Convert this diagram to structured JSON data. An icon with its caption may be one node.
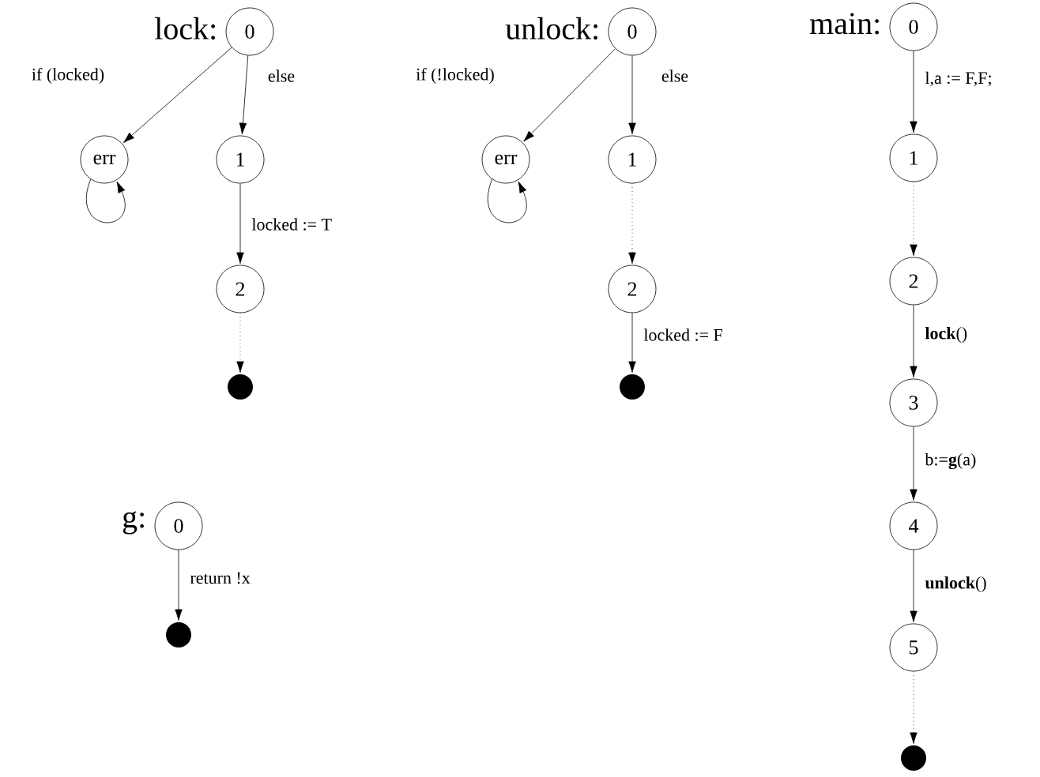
{
  "diagram": {
    "nodes": [
      {
        "text": [
          "0"
        ],
        "beside": [
          "lock:"
        ]
      },
      {
        "text": [
          "err"
        ]
      },
      {
        "text": [
          "1"
        ]
      },
      {
        "text": [
          "2"
        ]
      },
      {
        "text": [],
        "shape": "dot"
      },
      {
        "text": [
          "0"
        ],
        "beside": [
          "unlock:"
        ]
      },
      {
        "text": [
          "err"
        ]
      },
      {
        "text": [
          "1"
        ]
      },
      {
        "text": [
          "2"
        ]
      },
      {
        "text": [],
        "shape": "dot"
      },
      {
        "text": [
          "0"
        ],
        "beside": [
          "main:"
        ]
      },
      {
        "text": [
          "1"
        ]
      },
      {
        "text": [
          "2"
        ]
      },
      {
        "text": [
          "3"
        ]
      },
      {
        "text": [
          "4"
        ]
      },
      {
        "text": [
          "5"
        ]
      },
      {
        "text": [],
        "shape": "dot"
      },
      {
        "text": [
          "0"
        ],
        "beside": [
          "g:"
        ]
      },
      {
        "text": [],
        "shape": "dot"
      }
    ],
    "edges": [
      {
        "from": 0,
        "to": 1,
        "arrow": "to",
        "label": "if (locked)"
      },
      {
        "from": 0,
        "to": 2,
        "arrow": "to",
        "label": "else"
      },
      {
        "from": 1,
        "to": 1,
        "arrow": "to"
      },
      {
        "from": 2,
        "to": 3,
        "arrow": "to",
        "label": "locked := T"
      },
      {
        "from": 3,
        "to": 4,
        "arrow": "to",
        "style": "dashed"
      },
      {
        "from": 5,
        "to": 6,
        "arrow": "to",
        "label": "if (!locked)"
      },
      {
        "from": 5,
        "to": 7,
        "arrow": "to",
        "label": "else"
      },
      {
        "from": 6,
        "to": 6,
        "arrow": "to"
      },
      {
        "from": 7,
        "to": 8,
        "arrow": "to",
        "style": "dashed"
      },
      {
        "from": 8,
        "to": 9,
        "arrow": "to",
        "label": "locked := F"
      },
      {
        "from": 10,
        "to": 11,
        "arrow": "to",
        "label": "l,a := F,F;"
      },
      {
        "from": 11,
        "to": 12,
        "arrow": "to",
        "style": "dashed"
      },
      {
        "from": 12,
        "to": 13,
        "arrow": "to",
        "label": "**lock**()"
      },
      {
        "from": 13,
        "to": 14,
        "arrow": "to",
        "label": "b:=**g**(a)"
      },
      {
        "from": 14,
        "to": 15,
        "arrow": "to",
        "label": "**unlock**()"
      },
      {
        "from": 15,
        "to": 16,
        "arrow": "to",
        "style": "dashed"
      },
      {
        "from": 17,
        "to": 18,
        "arrow": "to",
        "label": "return !x"
      }
    ]
  }
}
